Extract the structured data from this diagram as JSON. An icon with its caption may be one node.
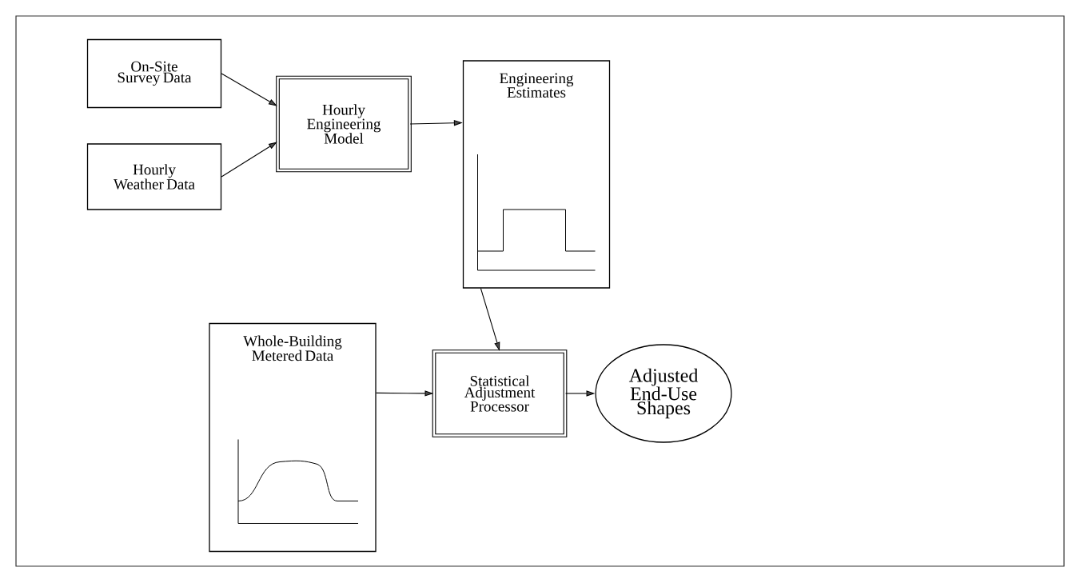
{
  "diagram": {
    "nodes": [
      {
        "text": [
          "On-Site Survey Data"
        ]
      },
      {
        "text": [
          "Hourly Weather Data"
        ]
      },
      {
        "text": [
          "Hourly Engineering Model"
        ]
      },
      {
        "text": [
          "Engineering Estimates"
        ]
      },
      {
        "text": [
          "Whole-Building Metered Data"
        ]
      },
      {
        "text": [
          "Statistical Adjustment Processor"
        ]
      },
      {
        "text": [
          "Adjusted End-Use Shapes"
        ]
      }
    ],
    "edges": [
      {
        "from": 0,
        "to": 2,
        "arrow": "to"
      },
      {
        "from": 1,
        "to": 2,
        "arrow": "to"
      },
      {
        "from": 2,
        "to": 3,
        "arrow": "to"
      },
      {
        "from": 3,
        "to": 5,
        "arrow": "to"
      },
      {
        "from": 4,
        "to": 5,
        "arrow": "to"
      },
      {
        "from": 5,
        "to": 6,
        "arrow": "to"
      }
    ]
  }
}
